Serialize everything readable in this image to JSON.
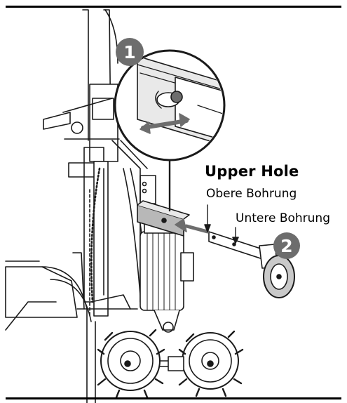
{
  "callouts": {
    "step1_number": "1",
    "step2_number": "2"
  },
  "labels": {
    "upper_hole": "Upper Hole",
    "obere_bohrung": "Obere Bohrung",
    "untere_bohrung": "Untere Bohrung"
  },
  "colors": {
    "line": "#1a1a1a",
    "badge": "#6d6d6d",
    "arrow": "#6d6d6d",
    "grey_fill": "#b8b8b8",
    "light_fill": "#e9e9e9"
  }
}
